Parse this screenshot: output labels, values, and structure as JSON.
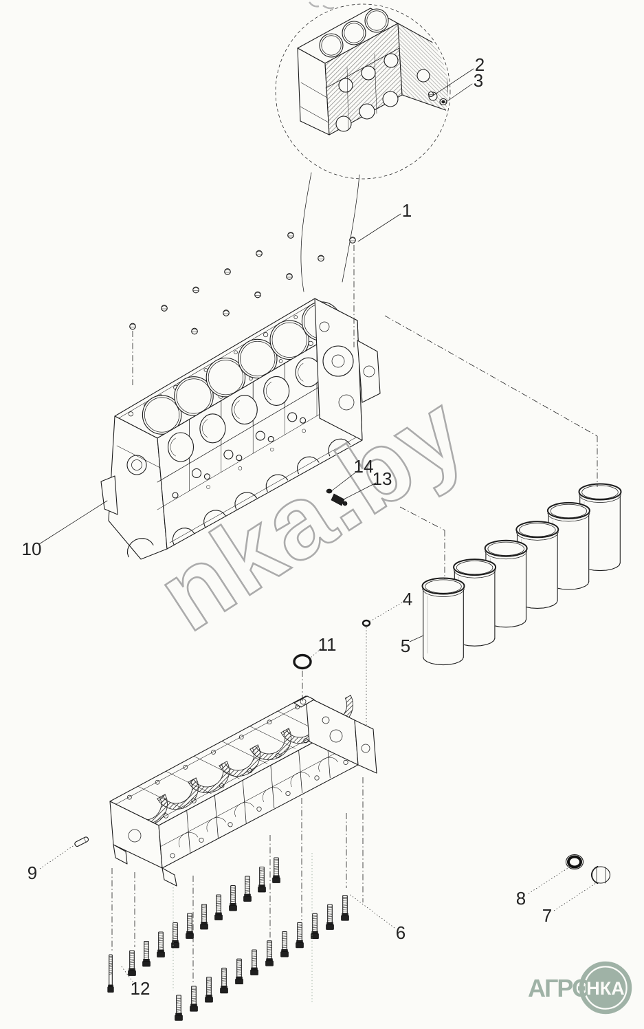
{
  "diagram": {
    "type": "exploded parts diagram",
    "subject": "engine cylinder block assembly",
    "background_color": "#fbfbf8",
    "line_color": "#1c1c1c"
  },
  "callouts": [
    {
      "label": "1"
    },
    {
      "label": "2"
    },
    {
      "label": "3"
    },
    {
      "label": "4"
    },
    {
      "label": "5"
    },
    {
      "label": "6"
    },
    {
      "label": "7"
    },
    {
      "label": "8"
    },
    {
      "label": "9"
    },
    {
      "label": "10"
    },
    {
      "label": "11"
    },
    {
      "label": "12"
    },
    {
      "label": "13"
    },
    {
      "label": "14"
    }
  ],
  "watermark": {
    "text": "nka.by",
    "color": "#ababab"
  },
  "logo": {
    "brand": "АГРО",
    "badge": "НКА",
    "color": "#9fb2a6"
  }
}
